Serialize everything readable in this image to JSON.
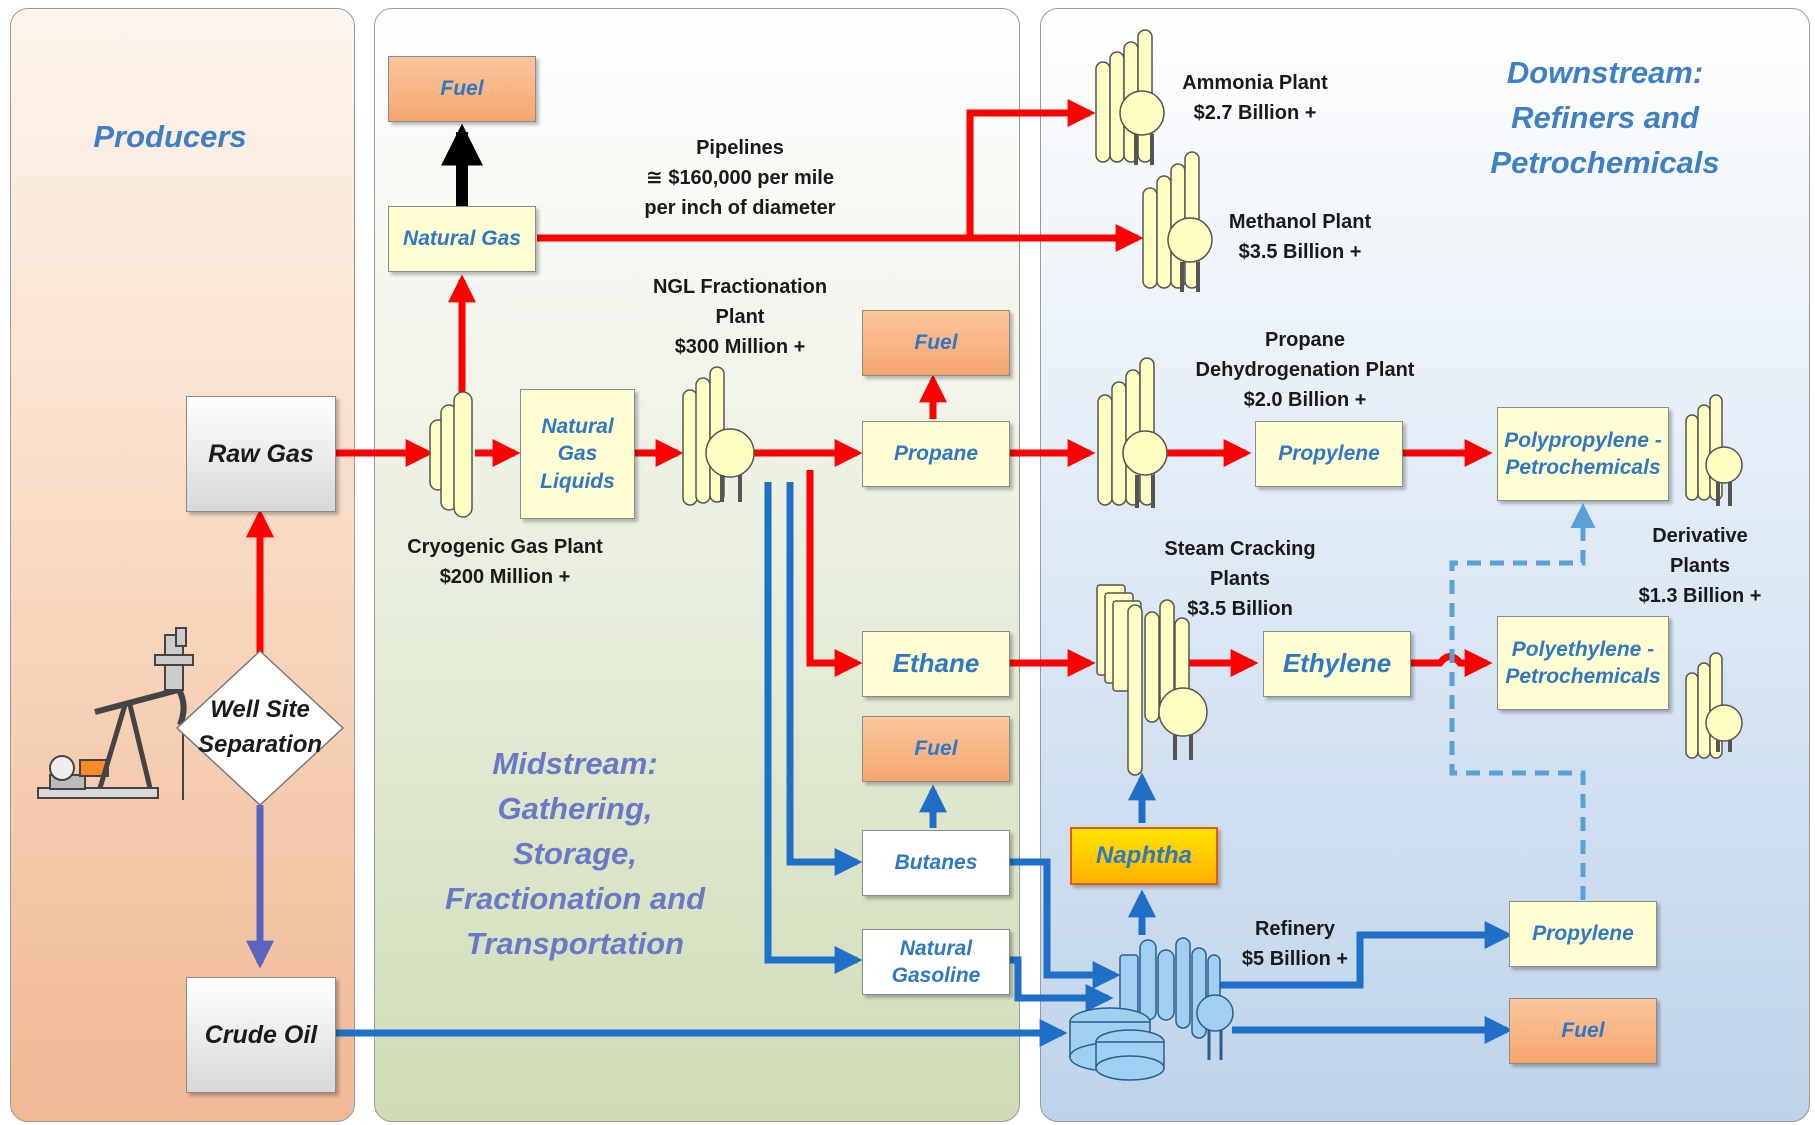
{
  "titles": {
    "producers": "Producers",
    "midstream": "Midstream:\nGathering,\nStorage,\nFractionation and\nTransportation",
    "downstream": "Downstream:\nRefiners and\nPetrochemicals"
  },
  "nodes": {
    "raw_gas": "Raw Gas",
    "crude_oil": "Crude Oil",
    "well_site": "Well Site\nSeparation",
    "fuel_top": "Fuel",
    "natural_gas": "Natural Gas",
    "ngl": "Natural\nGas\nLiquids",
    "fuel_propane": "Fuel",
    "propane": "Propane",
    "ethane": "Ethane",
    "fuel_butanes": "Fuel",
    "butanes": "Butanes",
    "natural_gasoline": "Natural\nGasoline",
    "naphtha": "Naphtha",
    "propylene_1": "Propylene",
    "ethylene": "Ethylene",
    "polypropylene": "Polypropylene -\nPetrochemicals",
    "polyethylene": "Polyethylene -\nPetrochemicals",
    "propylene_2": "Propylene",
    "fuel_refinery": "Fuel"
  },
  "labels": {
    "pipelines": "Pipelines\n≅ $160,000 per mile\nper inch of diameter",
    "cryogenic": "Cryogenic Gas Plant\n$200 Million +",
    "ngl_frac": "NGL Fractionation\nPlant\n$300 Million +",
    "ammonia": "Ammonia Plant\n$2.7 Billion +",
    "methanol": "Methanol Plant\n$3.5 Billion +",
    "pdh": "Propane\nDehydrogenation Plant\n$2.0 Billion +",
    "steam_cracking": "Steam Cracking\nPlants\n$3.5 Billion",
    "derivative": "Derivative\nPlants\n$1.3 Billion +",
    "refinery": "Refinery\n$5 Billion +"
  },
  "colors": {
    "gas_flow": "#ff0000",
    "liquid_flow": "#1f6fc8",
    "crude_flow": "#5b63c0",
    "fuel_arrow": "#000000",
    "dashed_flow": "#5aa0d8",
    "plant_fill": "#ffffc4",
    "refinery_fill": "#9fd0f2"
  }
}
